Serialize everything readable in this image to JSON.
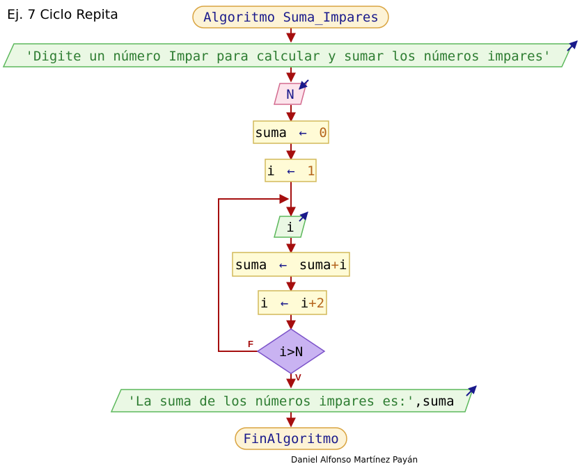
{
  "title": "Ej. 7 Ciclo Repita",
  "author": "Daniel Alfonso Martínez Payán",
  "flow": {
    "start": "Algoritmo Suma_Impares",
    "output1": "'Digite un número Impar para calcular y sumar los números impares'",
    "input_n": "N",
    "assign_suma_var": "suma",
    "assign_suma_val": "0",
    "assign_i_var": "i",
    "assign_i_val": "1",
    "output_i": "i",
    "acc_var": "suma",
    "acc_expr_a": "suma",
    "acc_expr_op": "+",
    "acc_expr_b": "i",
    "inc_var": "i",
    "inc_expr_a": "i",
    "inc_expr_op": "+",
    "inc_expr_b": "2",
    "assign_arrow": "←",
    "condition": "i>N",
    "false_label": "F",
    "true_label": "V",
    "output2_str": "'La suma de los números impares es:'",
    "output2_sep": ",",
    "output2_var": "suma",
    "end": "FinAlgoritmo"
  },
  "colors": {
    "connector": "#a50e0e",
    "keyword": "#1a1a8c",
    "string": "#2e7d32",
    "number": "#b5651d",
    "terminal_fill": "#fdf3d6",
    "terminal_stroke": "#d9a441",
    "output_fill": "#eaf8e4",
    "output_stroke": "#5cb85c",
    "input_fill": "#fce4ec",
    "input_stroke": "#d36b8f",
    "process_fill": "#fffbd6",
    "process_stroke": "#d2b95a",
    "decision_fill": "#c9b3f2",
    "decision_stroke": "#7b52c9",
    "io_arrow": "#1a1a8c"
  }
}
